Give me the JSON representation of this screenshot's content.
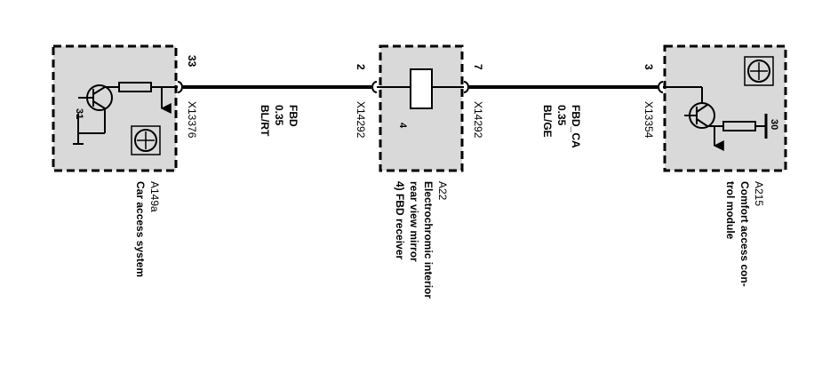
{
  "components": [
    {
      "id": "A149a",
      "name": "Car access system",
      "pin": "33",
      "connector": "X13376",
      "internal_label": "31"
    },
    {
      "id": "A22",
      "name_lines": [
        "Electrochromic interior",
        "rear view mirror",
        "4) FBD receiver"
      ],
      "pin_left": "2",
      "pin_right": "7",
      "connector_left": "X14292",
      "connector_right": "X14292",
      "internal_label": "4"
    },
    {
      "id": "A215",
      "name_lines": [
        "Comfort access con-",
        "trol module"
      ],
      "pin": "3",
      "connector": "X13354",
      "internal_label": "30"
    }
  ],
  "wires": [
    {
      "lines": [
        "FBD",
        "0.35",
        "BL/RT"
      ]
    },
    {
      "lines": [
        "FBD_CA",
        "0.35",
        "BL/GE"
      ]
    }
  ],
  "colors": {
    "ink": "#000000",
    "box_fill": "#d9d9d9",
    "background": "#ffffff"
  }
}
